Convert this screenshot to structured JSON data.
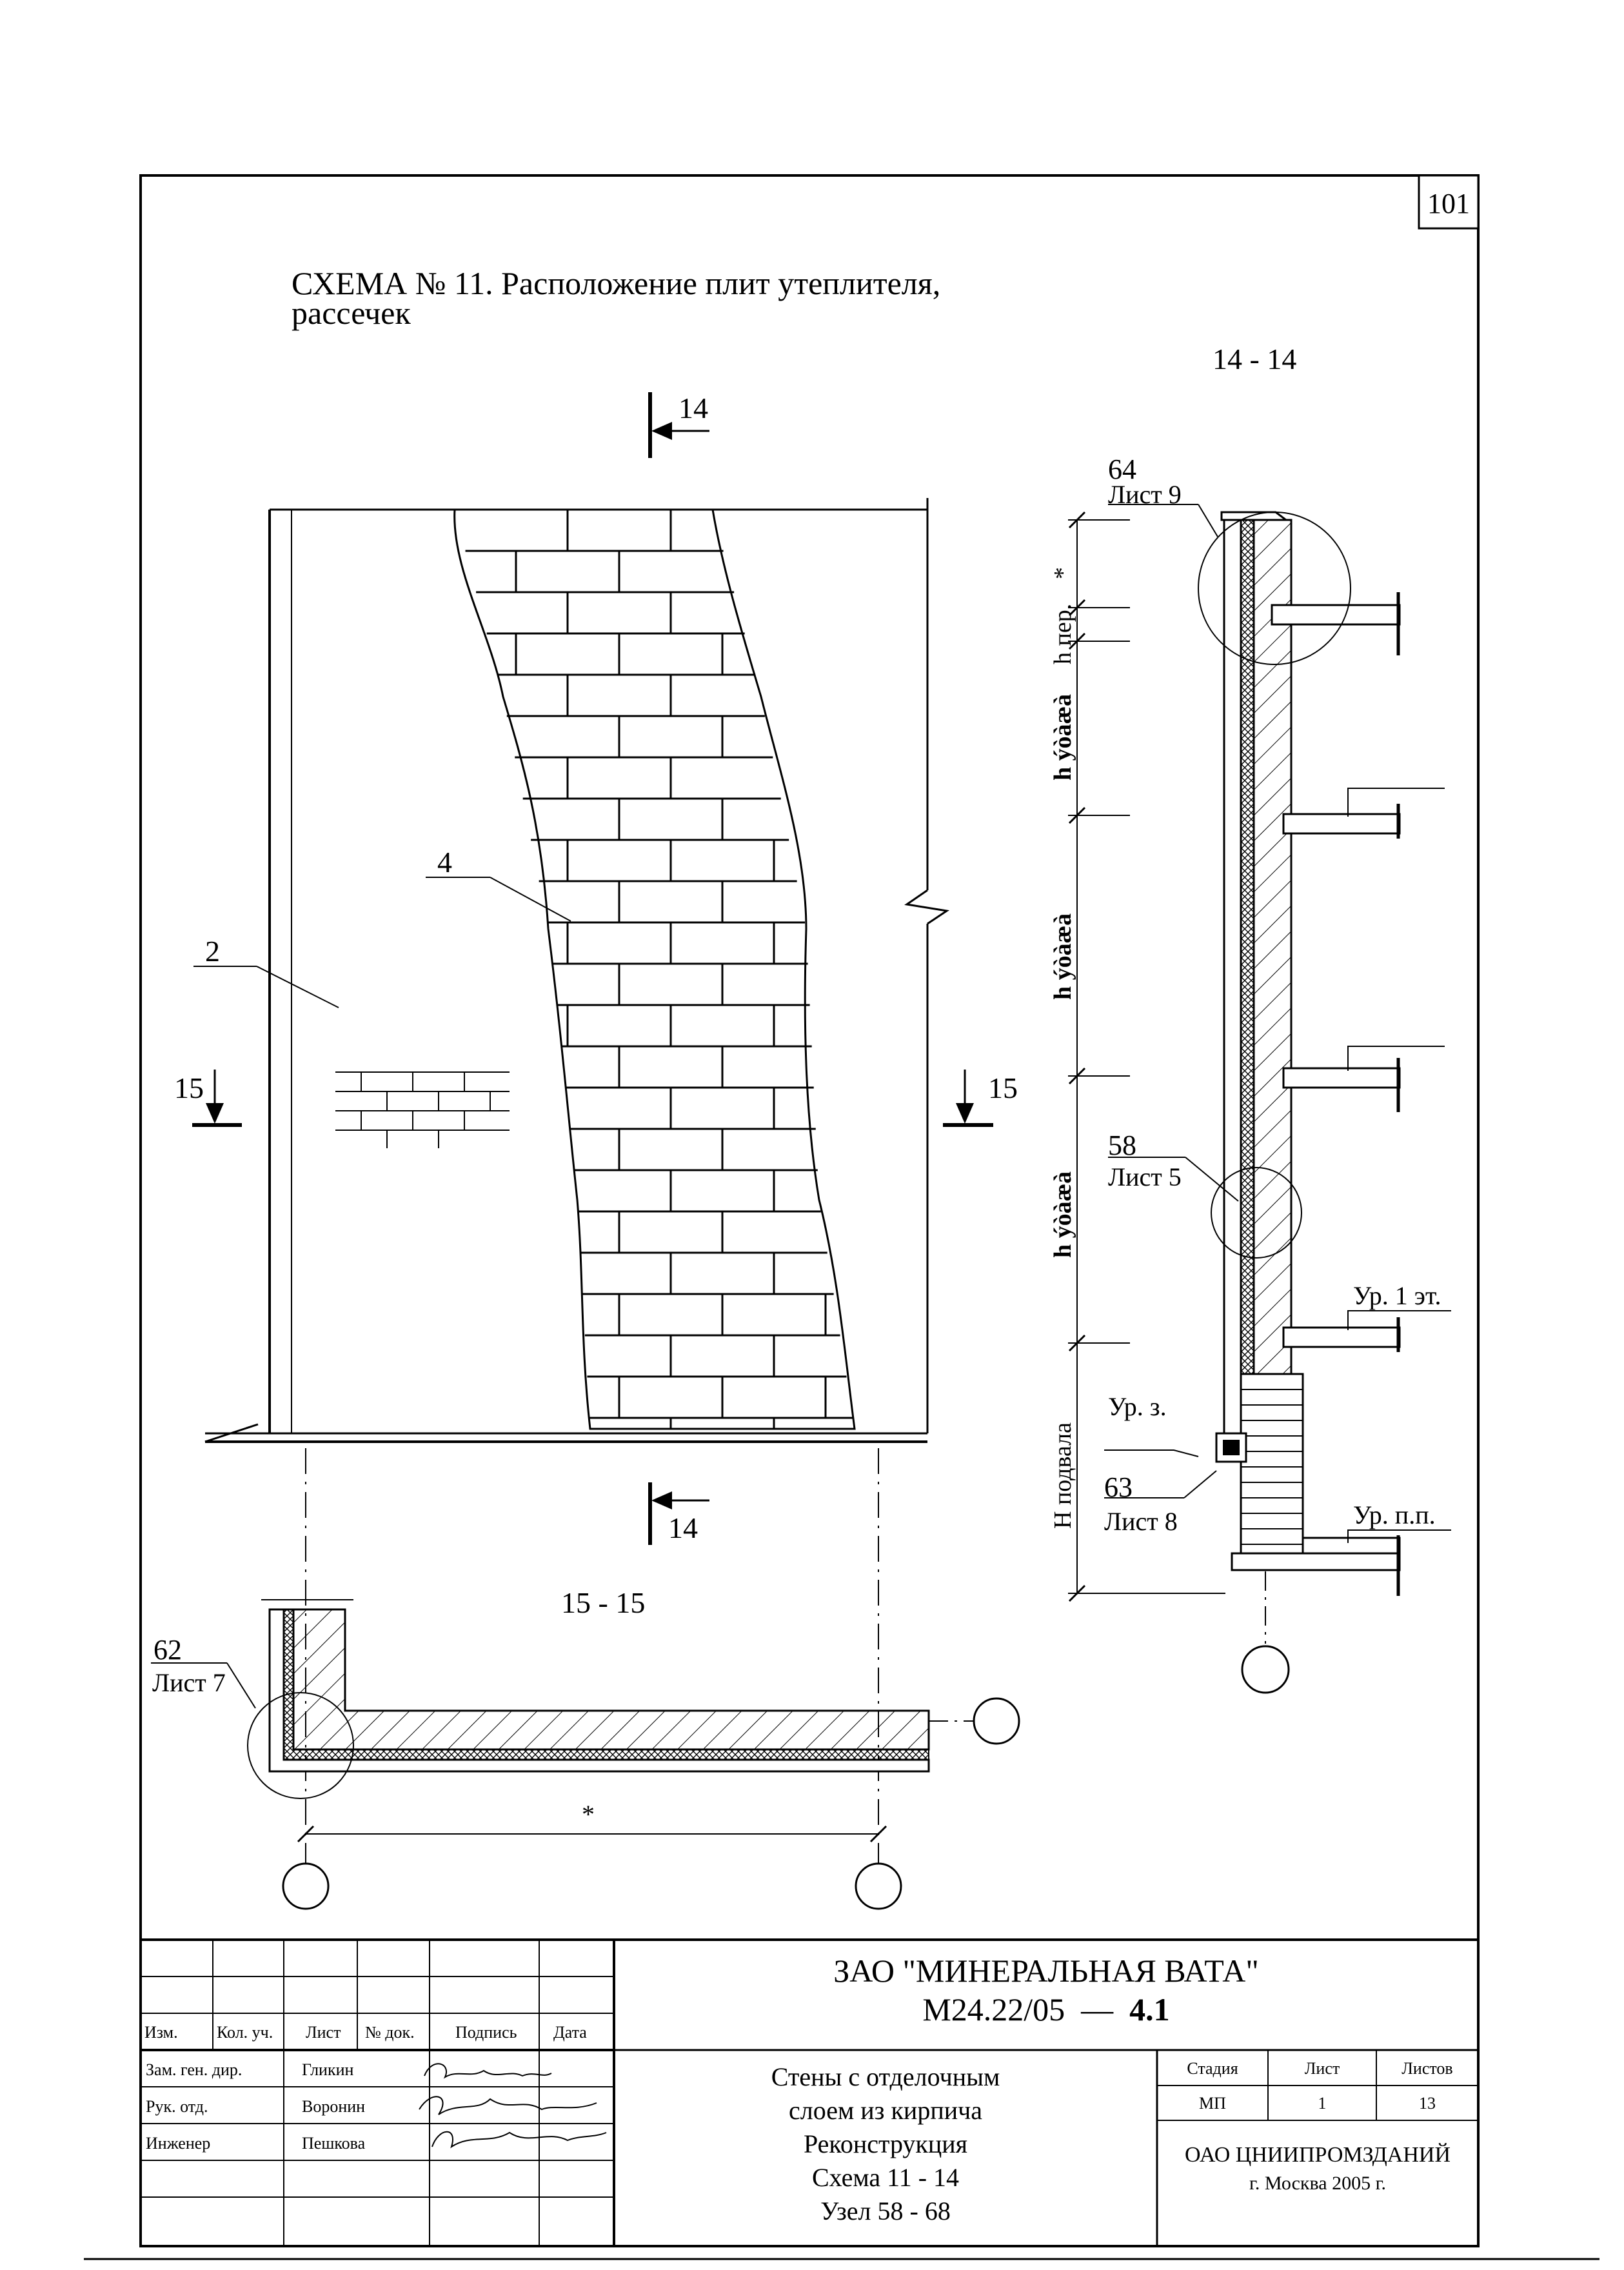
{
  "sheet_number": "101",
  "drawing": {
    "title_line1": "СХЕМА № 11. Расположение плит утеплителя,",
    "title_line2": "рассечек",
    "section_14_title": "14 - 14",
    "section_15_title": "15 - 15",
    "cut_label_14": "14",
    "cut_label_15": "15",
    "callout_2": "2",
    "callout_4": "4",
    "node_64": "64",
    "node_64_sheet": "Лист 9",
    "node_58": "58",
    "node_58_sheet": "Лист 5",
    "node_63": "63",
    "node_63_sheet": "Лист 8",
    "node_62": "62",
    "node_62_sheet": "Лист 7",
    "dim_h_per": "h пер.",
    "dim_h_floor_1": "h ýòàæà",
    "dim_h_floor_2": "h ýòàæà",
    "dim_h_floor_3": "h ýòàæà",
    "dim_h_basement": "H подвала",
    "asterisk": "*",
    "level_floor1": "Ур. 1 эт.",
    "level_ground": "Ур. з.",
    "level_basement_floor": "Ур. п.п."
  },
  "title_block": {
    "headers": [
      "Изм.",
      "Кол. уч.",
      "Лист",
      "№ док.",
      "Подпись",
      "Дата"
    ],
    "rows": [
      {
        "role": "Зам. ген. дир.",
        "name": "Гликин"
      },
      {
        "role": "Рук. отд.",
        "name": "Воронин"
      },
      {
        "role": "Инженер",
        "name": "Пешкова"
      }
    ],
    "company": "ЗАО \"МИНЕРАЛЬНАЯ ВАТА\"",
    "code": "М24.22/05",
    "code_dash": "—",
    "code_suffix": "4.1",
    "description": [
      "Стены с отделочным",
      "слоем из кирпича",
      "Реконструкция",
      "Схема 11 - 14",
      "Узел 58 - 68"
    ],
    "stage_label": "Стадия",
    "sheet_label": "Лист",
    "sheets_label": "Листов",
    "stage_value": "МП",
    "sheet_value": "1",
    "sheets_value": "13",
    "org": "ОАО ЦНИИПРОМЗДАНИЙ",
    "city_year": "г. Москва 2005 г."
  }
}
